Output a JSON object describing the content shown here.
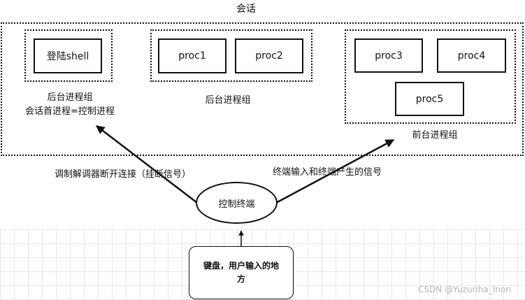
{
  "session": {
    "title": "会话"
  },
  "groups": {
    "login_group": {
      "box": "登陆shell",
      "caption_line1": "后台进程组",
      "caption_line2": "会话首进程=控制进程"
    },
    "background_group": {
      "boxes": [
        "proc1",
        "proc2"
      ],
      "caption": "后台进程组"
    },
    "foreground_group": {
      "boxes": [
        "proc3",
        "proc4",
        "proc5"
      ],
      "caption": "前台进程组"
    }
  },
  "edges": {
    "left_label": "调制解调器断开连接（挂断信号）",
    "right_label": "终端输入和终端产生的信号"
  },
  "terminal": {
    "label": "控制终端"
  },
  "keyboard": {
    "line1": "键盘，用户输入的地",
    "line2": "方"
  },
  "watermark": "CSDN @Yuzuriha_Inori"
}
